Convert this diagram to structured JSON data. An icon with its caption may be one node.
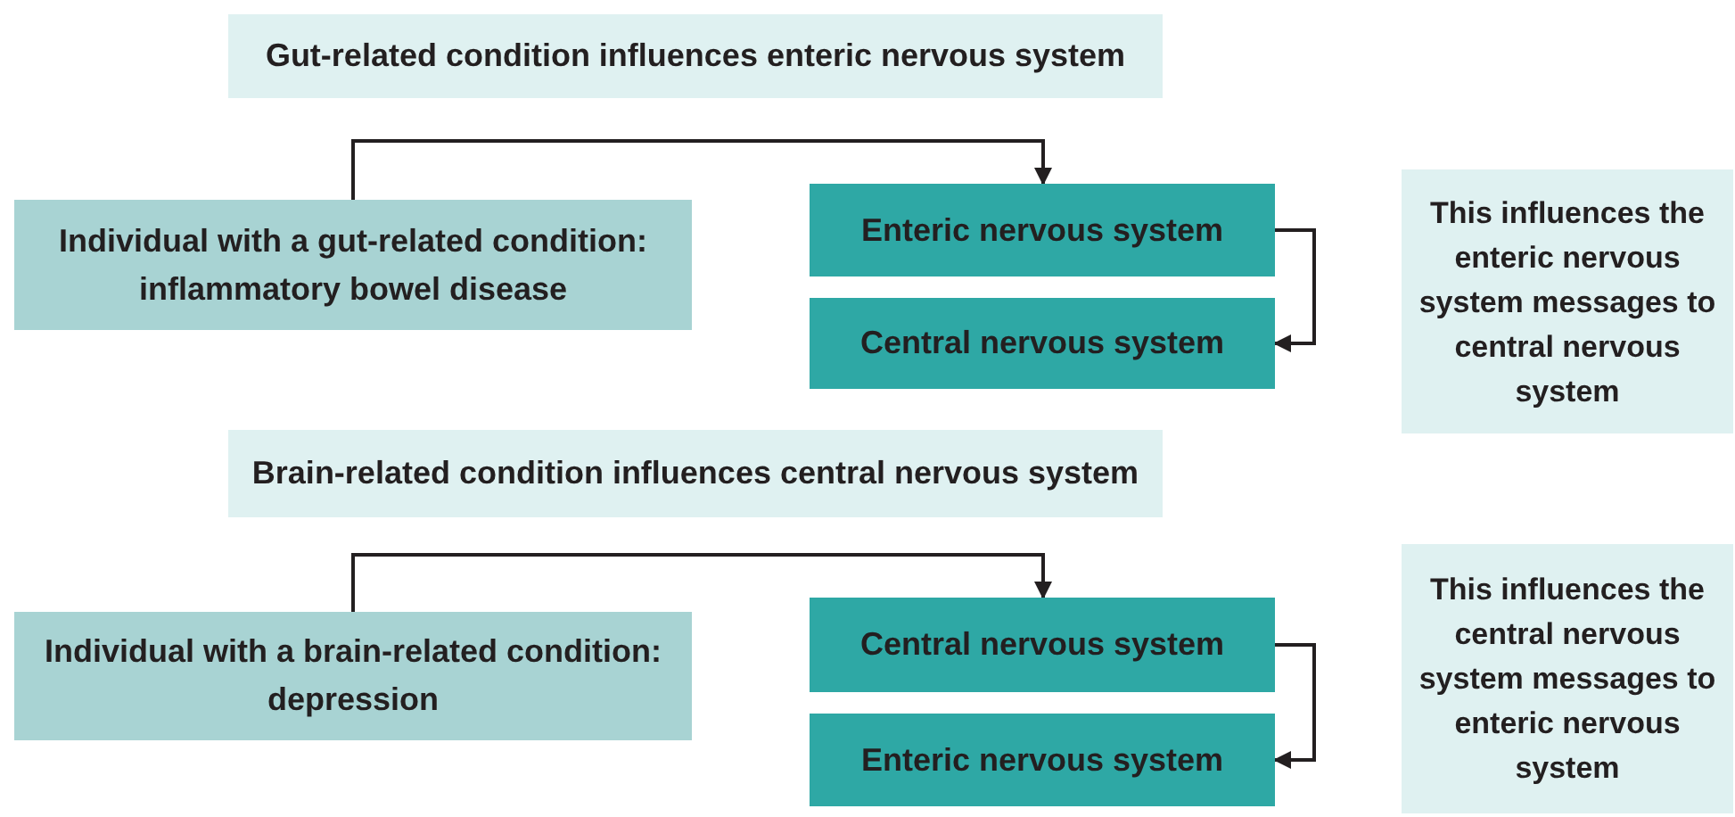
{
  "diagram": {
    "nodes": [
      {
        "text": [
          "Gut-related condition influences enteric nervous system"
        ]
      },
      {
        "text": [
          "Individual with a gut-related condition: inflammatory bowel disease"
        ]
      },
      {
        "text": [
          "Enteric nervous system"
        ]
      },
      {
        "text": [
          "Central nervous system"
        ]
      },
      {
        "text": [
          "This influences the enteric nervous system messages to central nervous system"
        ]
      },
      {
        "text": [
          "Brain-related condition influences central nervous system"
        ]
      },
      {
        "text": [
          "Individual with a brain-related condition: depression"
        ]
      },
      {
        "text": [
          "Central nervous system"
        ]
      },
      {
        "text": [
          "Enteric nervous system"
        ]
      },
      {
        "text": [
          "This influences the central nervous system messages to enteric nervous system"
        ]
      }
    ],
    "edges": [
      {
        "from": 1,
        "to": 2,
        "arrow": "to"
      },
      {
        "from": 2,
        "to": 3,
        "arrow": "to"
      },
      {
        "from": 6,
        "to": 7,
        "arrow": "to"
      },
      {
        "from": 7,
        "to": 8,
        "arrow": "to"
      }
    ]
  }
}
